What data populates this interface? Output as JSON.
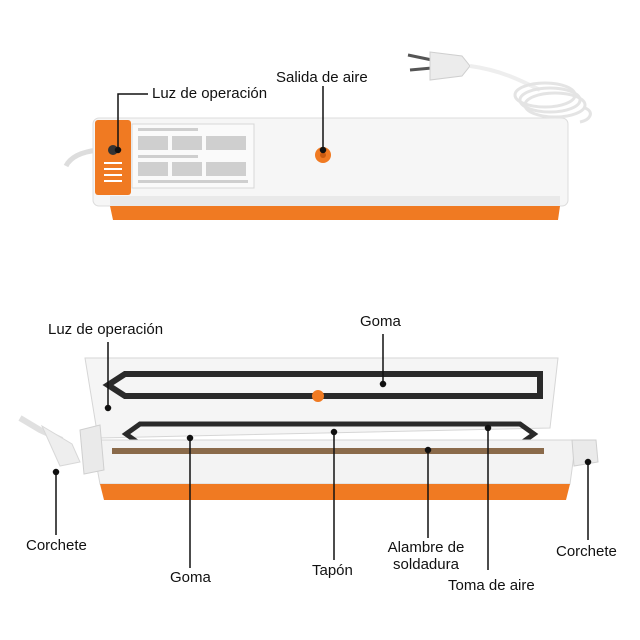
{
  "top_labels": {
    "operation_light": "Luz de operación",
    "air_outlet": "Salida de aire"
  },
  "bottom_labels": {
    "operation_light": "Luz de operación",
    "gasket_top": "Goma",
    "clip_left": "Corchete",
    "gasket_bottom": "Goma",
    "plug": "Tapón",
    "welding_wire": "Alambre de soldadura",
    "air_intake": "Toma de aire",
    "clip_right": "Corchete"
  },
  "colors": {
    "accent": "#f07a22",
    "body": "#f4f4f4",
    "gasket": "#2a2a2a",
    "wire": "#8a6a4a"
  }
}
